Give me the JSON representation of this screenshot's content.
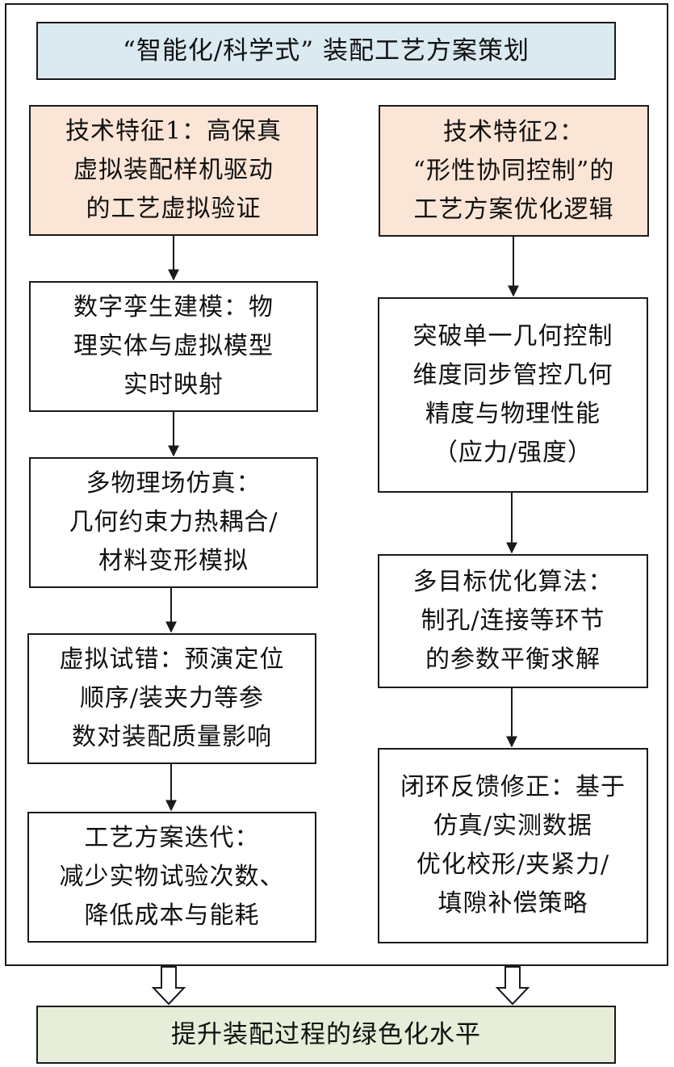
{
  "title": "“智能化/科学式” 装配工艺方案策划",
  "left_column": {
    "feature": [
      "技术特征1：高保真",
      "虚拟装配样机驱动",
      "的工艺虚拟验证"
    ],
    "steps": [
      [
        "数字孪生建模：物",
        "理实体与虚拟模型",
        "实时映射"
      ],
      [
        "多物理场仿真：",
        "几何约束力热耦合/",
        "材料变形模拟"
      ],
      [
        "虚拟试错：预演定位",
        "顺序/装夹力等参",
        "数对装配质量影响"
      ],
      [
        "工艺方案迭代：",
        "减少实物试验次数、",
        "降低成本与能耗"
      ]
    ]
  },
  "right_column": {
    "feature": [
      "技术特征2：",
      "“形性协同控制”的",
      "工艺方案优化逻辑"
    ],
    "steps": [
      [
        "突破单一几何控制",
        "维度同步管控几何",
        "精度与物理性能",
        "（应力/强度）"
      ],
      [
        "多目标优化算法：",
        "制孔/连接等环节",
        "的参数平衡求解"
      ],
      [
        "闭环反馈修正：基于",
        "仿真/实测数据",
        "优化校形/夹紧力/",
        "填隙补偿策略"
      ]
    ]
  },
  "result": "提升装配过程的绿色化水平",
  "colors": {
    "title_fill": "#dbe9f0",
    "feature_fill": "#fbe5d6",
    "result_fill": "#e6eed9",
    "stroke": "#1a1a1a"
  }
}
